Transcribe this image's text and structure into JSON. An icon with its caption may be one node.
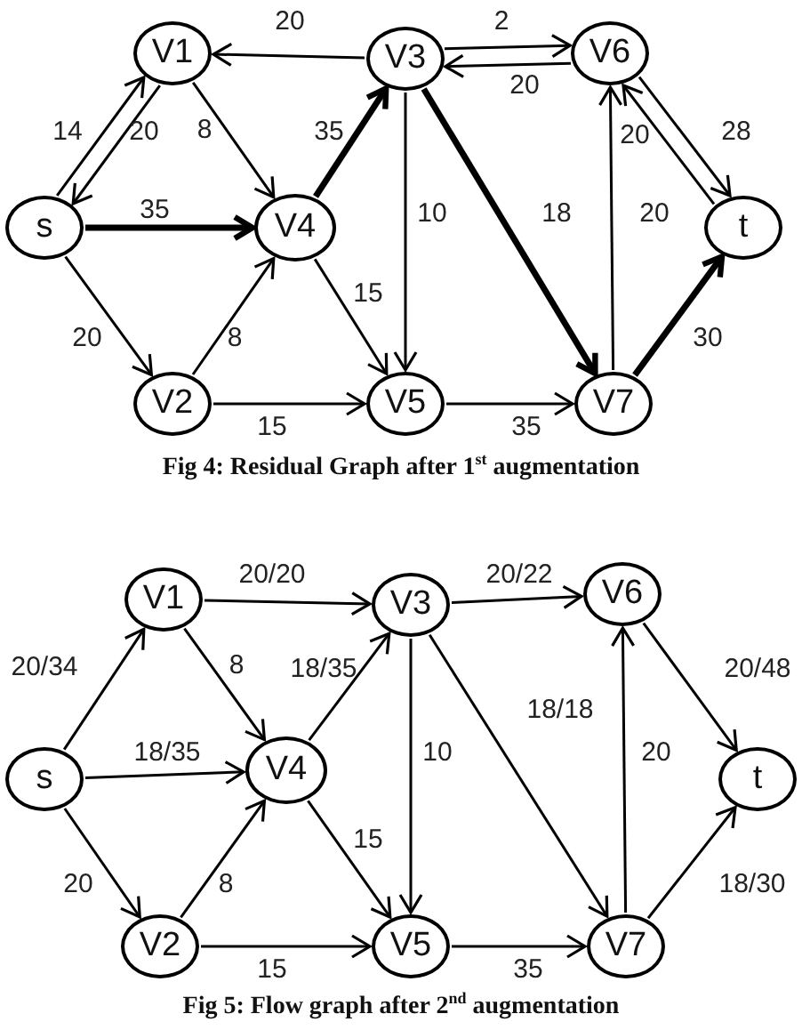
{
  "diagram": {
    "nodes": [
      {
        "text": [
          "s"
        ]
      },
      {
        "text": [
          "V1"
        ]
      },
      {
        "text": [
          "V2"
        ]
      },
      {
        "text": [
          "V3"
        ]
      },
      {
        "text": [
          "V4"
        ]
      },
      {
        "text": [
          "V5"
        ]
      },
      {
        "text": [
          "V6"
        ]
      },
      {
        "text": [
          "V7"
        ]
      },
      {
        "text": [
          "t"
        ]
      },
      {
        "text": [
          "s"
        ]
      },
      {
        "text": [
          "V1"
        ]
      },
      {
        "text": [
          "V2"
        ]
      },
      {
        "text": [
          "V3"
        ]
      },
      {
        "text": [
          "V4"
        ]
      },
      {
        "text": [
          "V5"
        ]
      },
      {
        "text": [
          "V6"
        ]
      },
      {
        "text": [
          "V7"
        ]
      },
      {
        "text": [
          "t"
        ]
      }
    ],
    "edges": [
      {
        "from": 3,
        "to": 1,
        "arrow": "to",
        "label": "20"
      },
      {
        "from": 3,
        "to": 6,
        "arrow": "to",
        "label": "2"
      },
      {
        "from": 6,
        "to": 3,
        "arrow": "to",
        "label": "20"
      },
      {
        "from": 0,
        "to": 1,
        "arrow": "to",
        "label": "14"
      },
      {
        "from": 1,
        "to": 0,
        "arrow": "to",
        "label": "20"
      },
      {
        "from": 1,
        "to": 4,
        "arrow": "to",
        "label": "8"
      },
      {
        "from": 0,
        "to": 4,
        "arrow": "to",
        "label": "35",
        "style": "thick"
      },
      {
        "from": 4,
        "to": 3,
        "arrow": "to",
        "label": "35",
        "style": "thick"
      },
      {
        "from": 3,
        "to": 5,
        "arrow": "to",
        "label": "10"
      },
      {
        "from": 3,
        "to": 7,
        "arrow": "to",
        "label": "18",
        "style": "thick"
      },
      {
        "from": 4,
        "to": 5,
        "arrow": "to",
        "label": "15"
      },
      {
        "from": 0,
        "to": 2,
        "arrow": "to",
        "label": "20"
      },
      {
        "from": 2,
        "to": 4,
        "arrow": "to",
        "label": "8"
      },
      {
        "from": 2,
        "to": 5,
        "arrow": "to",
        "label": "15"
      },
      {
        "from": 5,
        "to": 7,
        "arrow": "to",
        "label": "35"
      },
      {
        "from": 7,
        "to": 6,
        "arrow": "to",
        "label": "20"
      },
      {
        "from": 7,
        "to": 8,
        "arrow": "to",
        "label": "30",
        "style": "thick"
      },
      {
        "from": 8,
        "to": 6,
        "arrow": "to",
        "label": "20"
      },
      {
        "from": 6,
        "to": 8,
        "arrow": "to",
        "label": "28"
      },
      {
        "from": 9,
        "to": 10,
        "arrow": "to",
        "label": "20/34"
      },
      {
        "from": 10,
        "to": 12,
        "arrow": "to",
        "label": "20/20"
      },
      {
        "from": 12,
        "to": 15,
        "arrow": "to",
        "label": "20/22"
      },
      {
        "from": 15,
        "to": 17,
        "arrow": "to",
        "label": "20/48"
      },
      {
        "from": 10,
        "to": 13,
        "arrow": "to",
        "label": "8"
      },
      {
        "from": 13,
        "to": 12,
        "arrow": "to",
        "label": "18/35"
      },
      {
        "from": 9,
        "to": 13,
        "arrow": "to",
        "label": "18/35"
      },
      {
        "from": 12,
        "to": 14,
        "arrow": "to",
        "label": "10"
      },
      {
        "from": 12,
        "to": 16,
        "arrow": "to",
        "label": "18/18"
      },
      {
        "from": 16,
        "to": 15,
        "arrow": "to",
        "label": "20"
      },
      {
        "from": 13,
        "to": 14,
        "arrow": "to",
        "label": "15"
      },
      {
        "from": 9,
        "to": 11,
        "arrow": "to",
        "label": "20"
      },
      {
        "from": 11,
        "to": 13,
        "arrow": "to",
        "label": "8"
      },
      {
        "from": 11,
        "to": 14,
        "arrow": "to",
        "label": "15"
      },
      {
        "from": 14,
        "to": 16,
        "arrow": "to",
        "label": "35"
      },
      {
        "from": 16,
        "to": 17,
        "arrow": "to",
        "label": "18/30"
      }
    ],
    "labels": [
      "Fig 4: Residual Graph after 1$^{st}$ augmentation",
      "Fig 5: Flow graph after 2$^{nd}$ augmentation"
    ]
  }
}
